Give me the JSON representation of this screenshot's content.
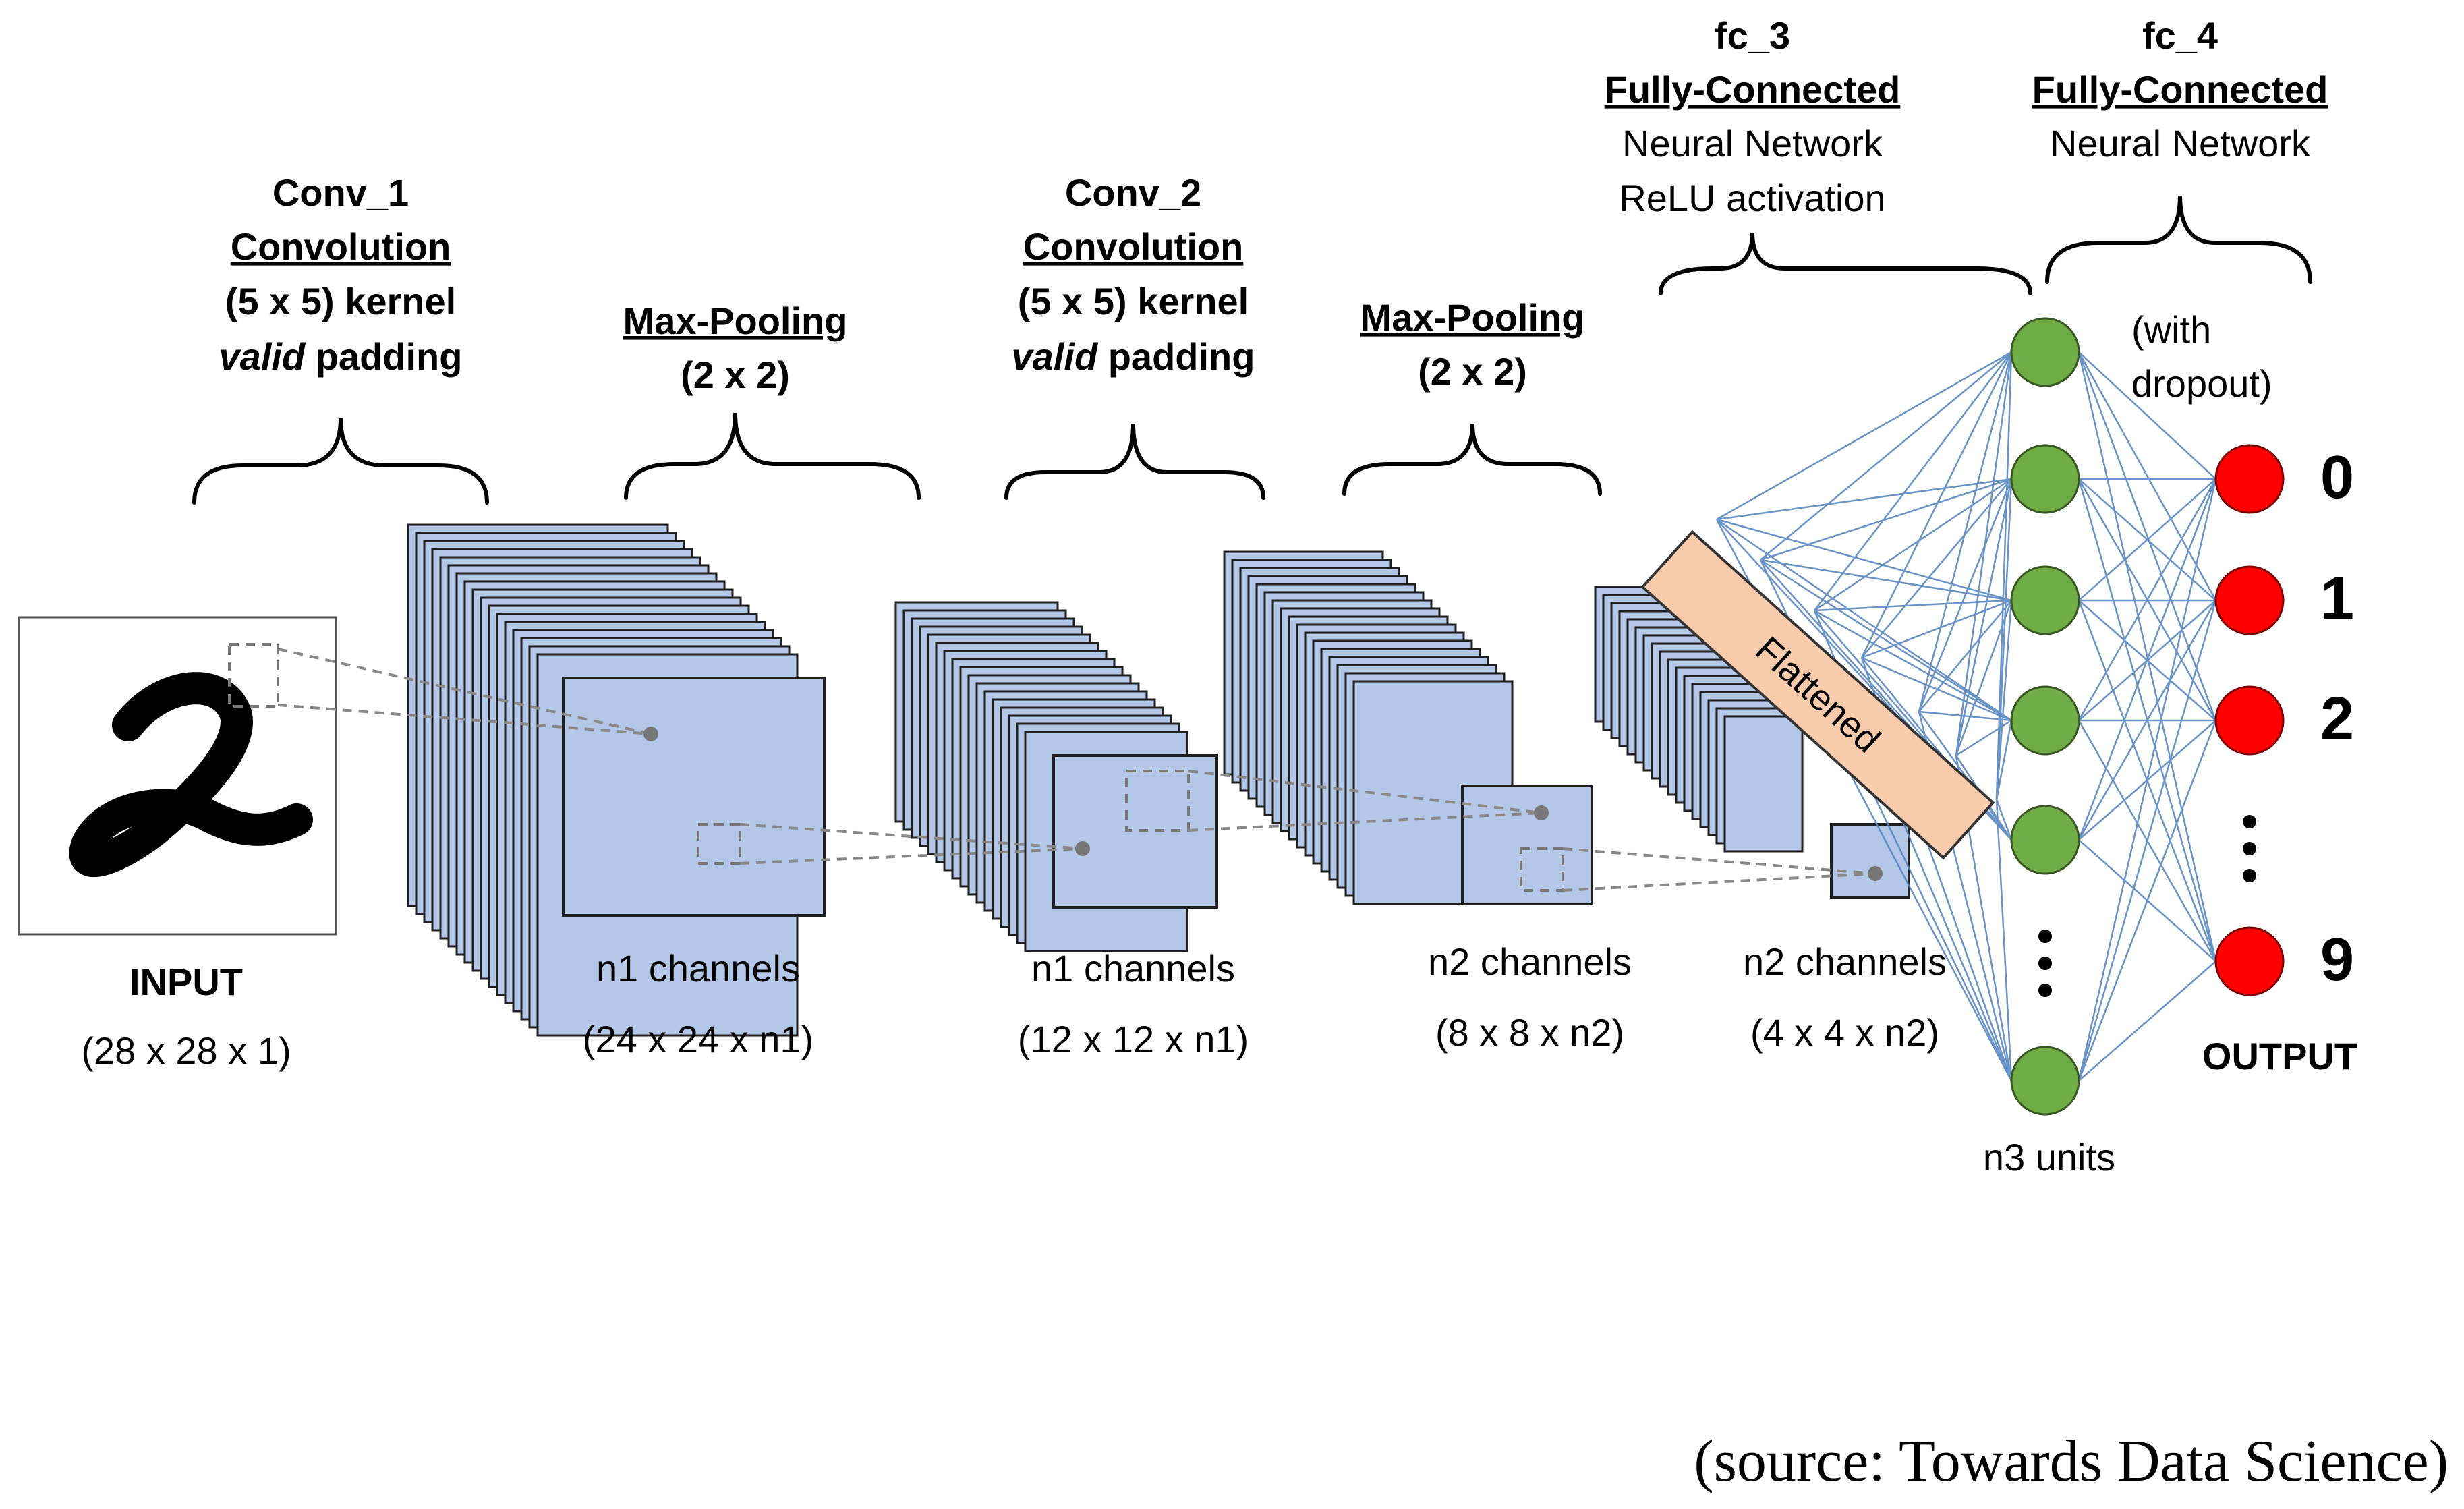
{
  "layers": {
    "conv1": {
      "name": "Conv_1",
      "type": "Convolution",
      "kernel": "(5 x 5) kernel",
      "padding_word": "valid",
      "padding_rest": " padding"
    },
    "pool1": {
      "name": "Max-Pooling",
      "size": "(2 x 2)"
    },
    "conv2": {
      "name": "Conv_2",
      "type": "Convolution",
      "kernel": "(5 x 5) kernel",
      "padding_word": "valid",
      "padding_rest": " padding"
    },
    "pool2": {
      "name": "Max-Pooling",
      "size": "(2 x 2)"
    },
    "fc3": {
      "name": "fc_3",
      "type": "Fully-Connected",
      "line1": "Neural Network",
      "line2": "ReLU activation"
    },
    "fc4": {
      "name": "fc_4",
      "type": "Fully-Connected",
      "line1": "Neural Network",
      "note1": "(with",
      "note2": "dropout)"
    }
  },
  "stages": {
    "input": {
      "label": "INPUT",
      "dims": "(28 x 28 x 1)"
    },
    "s1": {
      "label": "n1 channels",
      "dims": "(24 x 24 x n1)"
    },
    "s2": {
      "label": "n1 channels",
      "dims": "(12 x 12 x n1)"
    },
    "s3": {
      "label": "n2 channels",
      "dims": "(8 x 8 x n2)"
    },
    "s4": {
      "label": "n2 channels",
      "dims": "(4 x 4 x n2)"
    }
  },
  "flattened_label": "Flattened",
  "hidden": {
    "label": "n3 units",
    "node_count_shown": 6
  },
  "output": {
    "label": "OUTPUT",
    "digits": [
      "0",
      "1",
      "2",
      "9"
    ]
  },
  "source": "(source: Towards Data Science)",
  "colors": {
    "map_fill": "#b4c7e7",
    "map_stroke": "#1f1f1f",
    "hidden_node": "#70ad47",
    "output_node": "#ff0000",
    "flattened_fill": "#f8cbad",
    "link": "#4f81bd",
    "dashed": "#808080"
  }
}
